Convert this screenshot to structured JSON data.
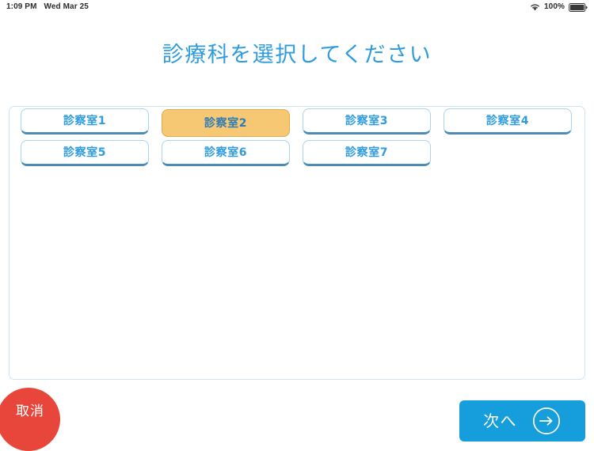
{
  "status_bar": {
    "time": "1:09 PM",
    "date": "Wed Mar 25",
    "battery_percent": "100%",
    "wifi_icon": "wifi-icon",
    "battery_icon": "battery-full-icon"
  },
  "header": {
    "title": "診療科を選択してください",
    "title_color": "#2e9bde"
  },
  "panel": {
    "rooms": [
      {
        "label": "診察室1",
        "selected": false
      },
      {
        "label": "診察室2",
        "selected": true
      },
      {
        "label": "診察室3",
        "selected": false
      },
      {
        "label": "診察室4",
        "selected": false
      },
      {
        "label": "診察室5",
        "selected": false
      },
      {
        "label": "診察室6",
        "selected": false
      },
      {
        "label": "診察室7",
        "selected": false
      }
    ],
    "selected_color": "#f7c873",
    "button_text_color": "#2e9bde",
    "border_color": "#cfe4f2"
  },
  "footer": {
    "cancel_label": "取消",
    "cancel_color": "#e8463a",
    "next_label": "次へ",
    "next_color": "#169ddb",
    "next_arrow_icon": "arrow-right-circle-icon"
  }
}
